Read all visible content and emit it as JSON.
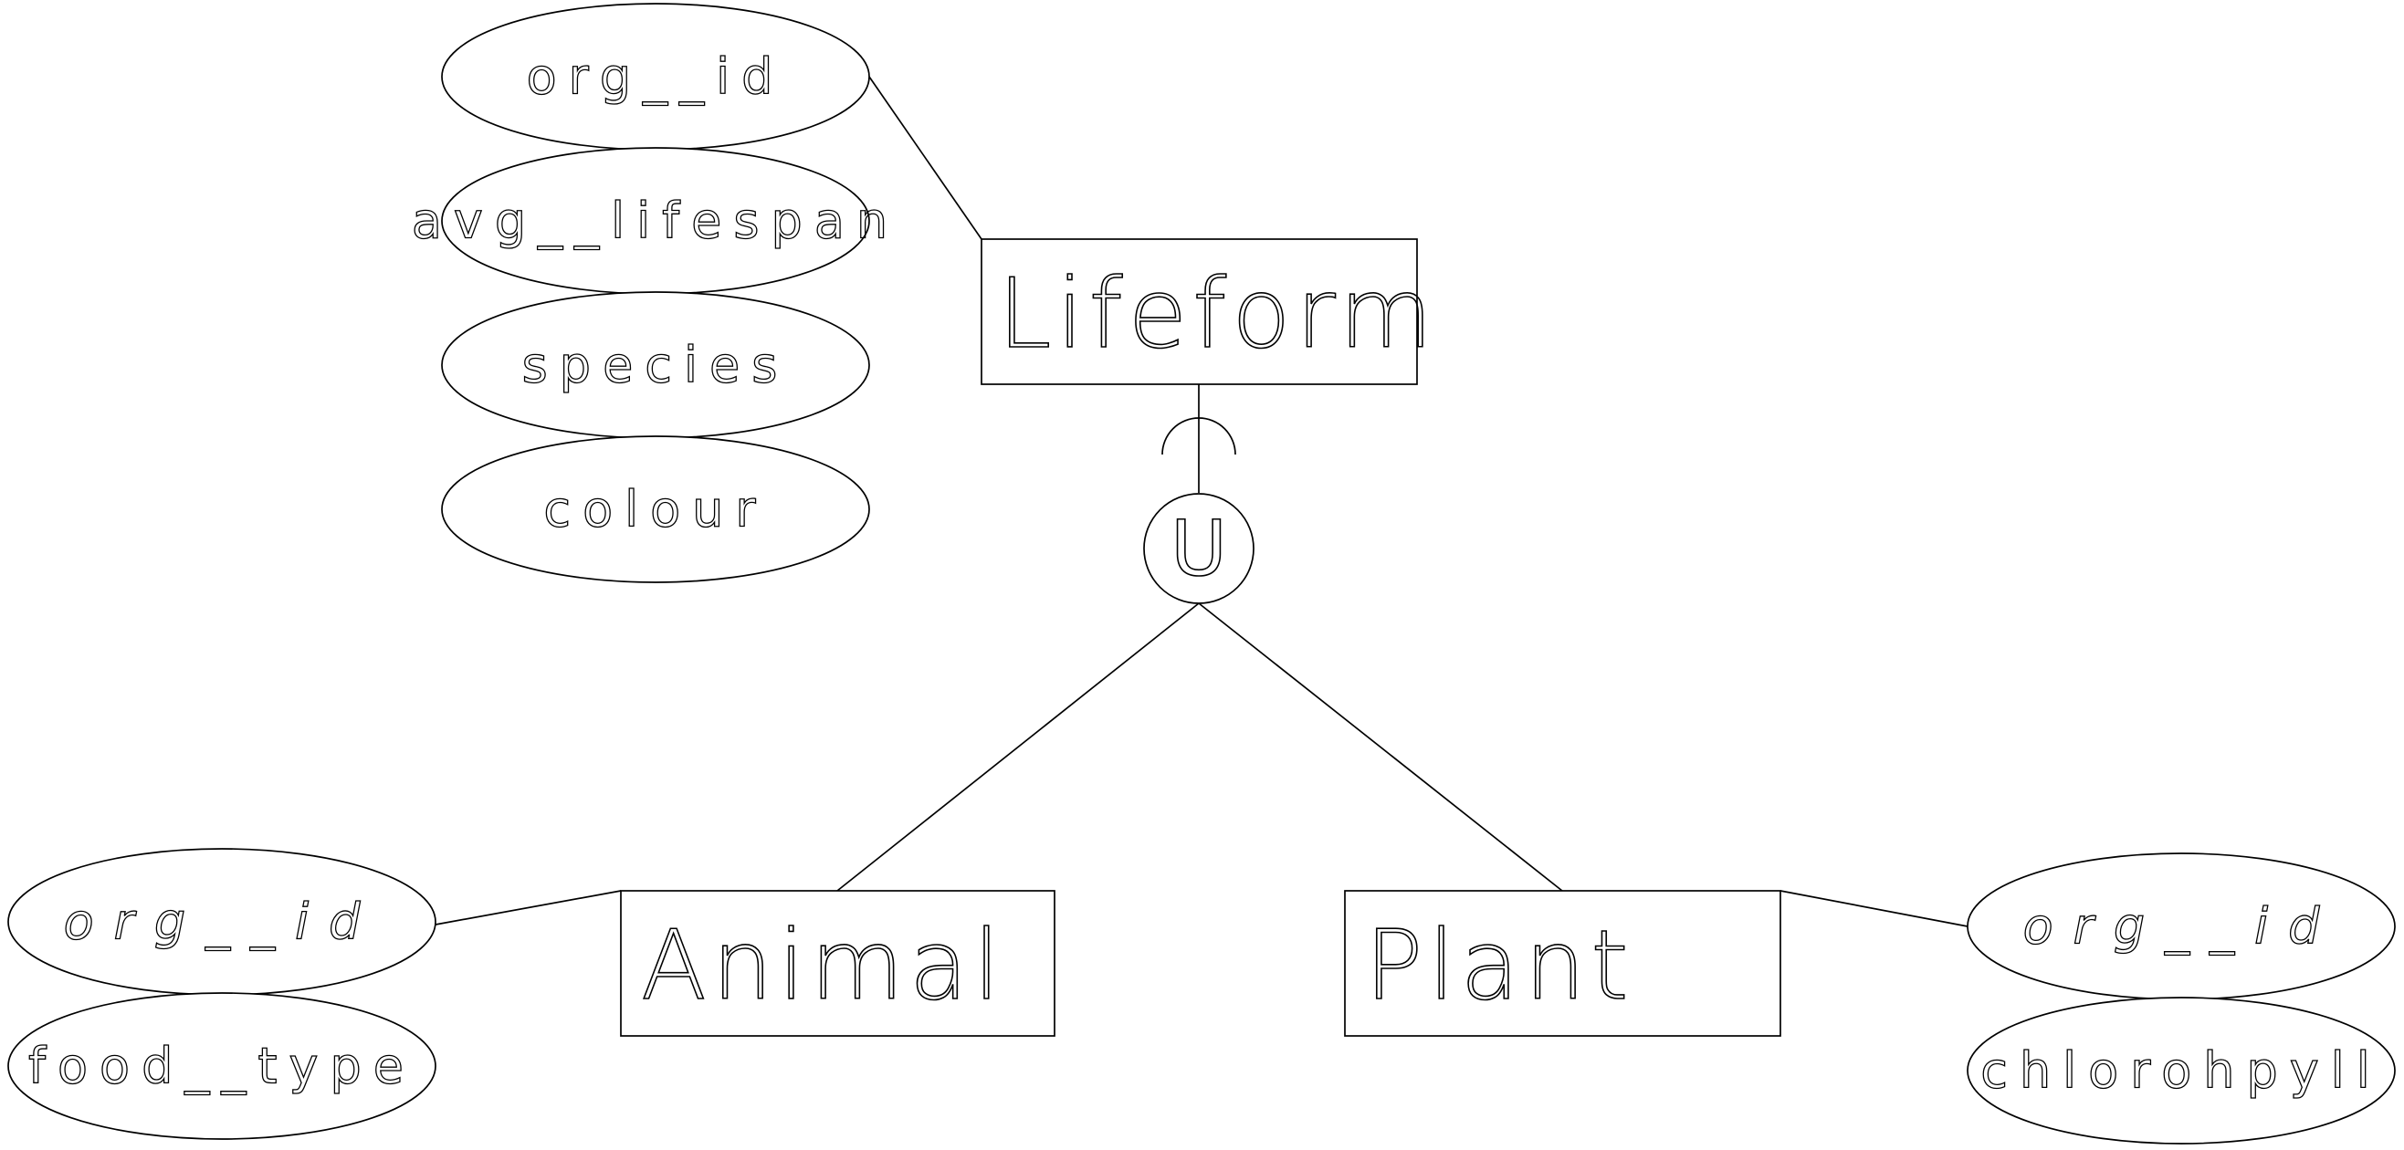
{
  "diagram": {
    "entities": {
      "lifeform": "Lifeform",
      "animal": "Animal",
      "plant": "Plant"
    },
    "union_symbol": "U",
    "lifeform_attributes": {
      "org_id": "org__id",
      "avg_lifespan": "avg__lifespan",
      "species": "species",
      "colour": "colour"
    },
    "animal_attributes": {
      "org_id": "org__id",
      "food_type": "food__type"
    },
    "plant_attributes": {
      "org_id": "org__id",
      "chlorophyll": "chlorohpyll"
    }
  }
}
